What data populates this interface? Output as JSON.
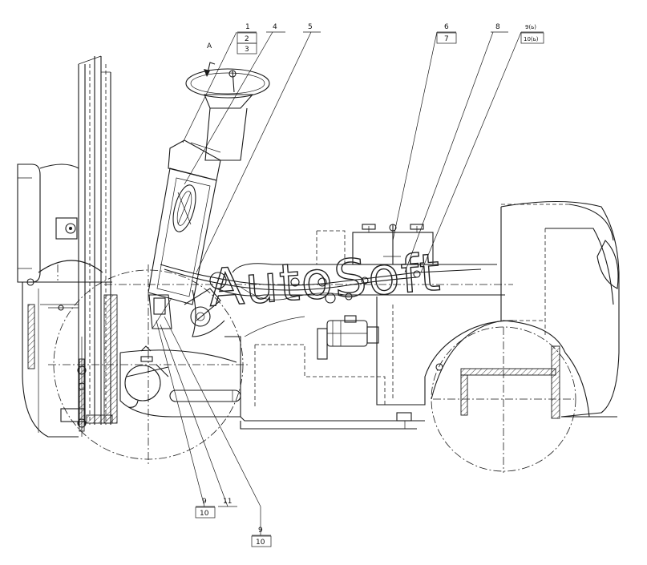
{
  "view_marker": "A",
  "watermark": "AutoSoft",
  "callouts": {
    "c1": "1",
    "c2": "2",
    "c3": "3",
    "c4": "4",
    "c5": "5",
    "c6": "6",
    "c7": "7",
    "c8": "8",
    "c9h": "9(ь)",
    "c10h": "10(ь)",
    "c9a": "9",
    "c10a": "10",
    "c11": "11",
    "c9b": "9",
    "c10b": "10"
  }
}
